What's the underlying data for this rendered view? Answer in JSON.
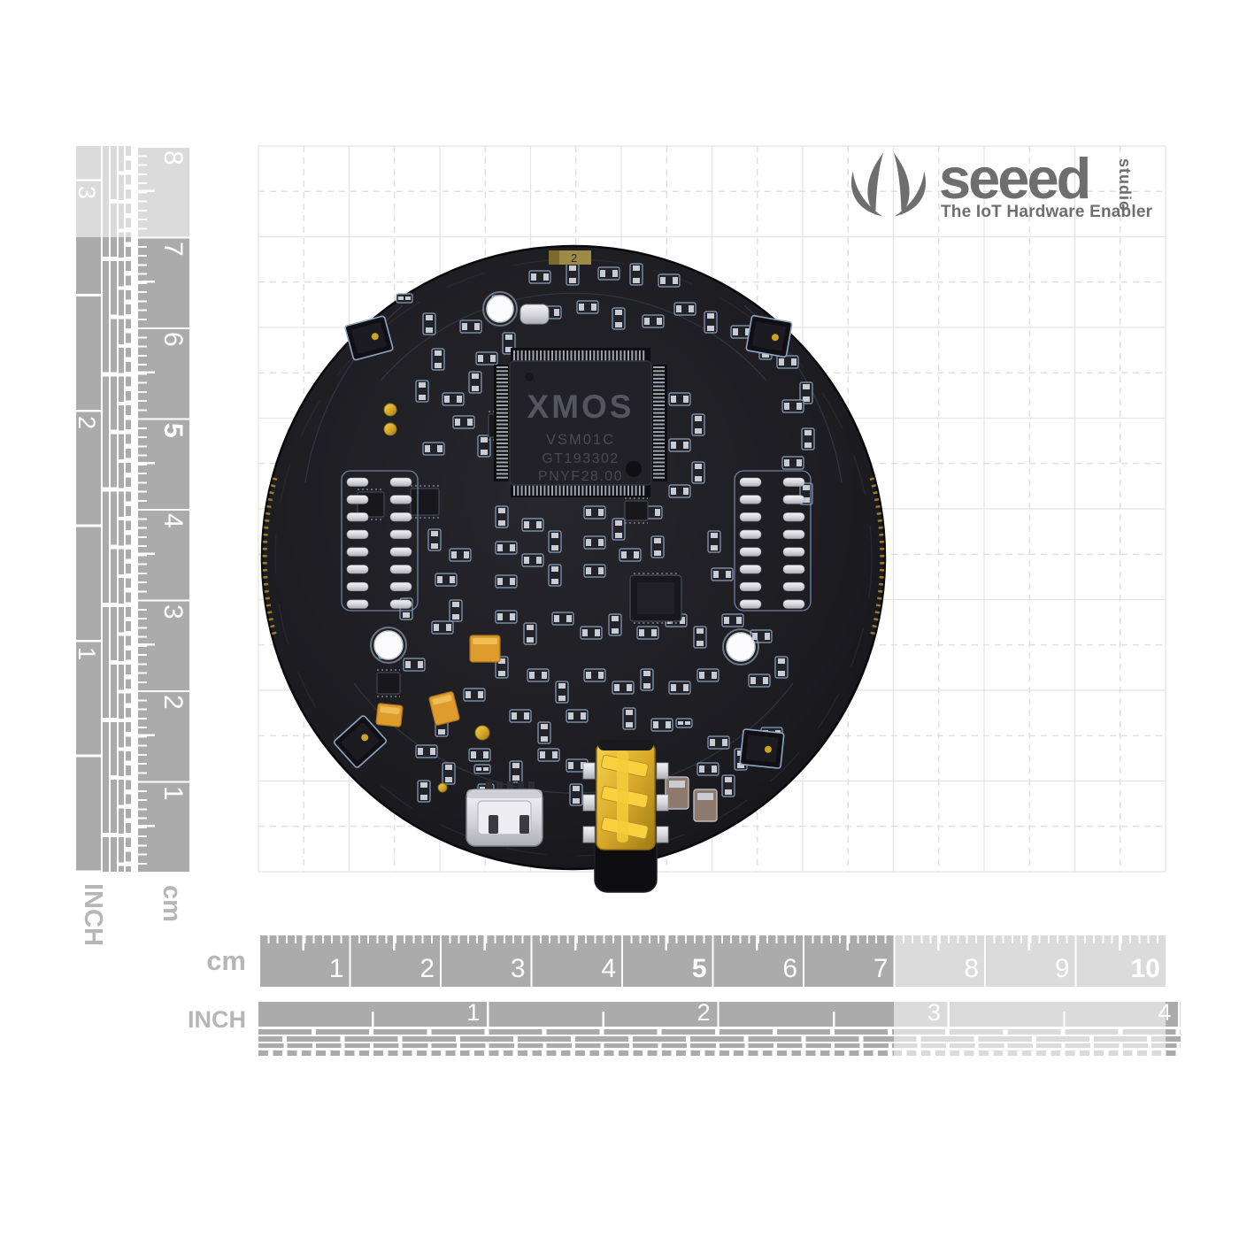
{
  "branding": {
    "logo_word": "seeed",
    "logo_word_sub": "studio",
    "tagline": "The IoT Hardware Enabler"
  },
  "board": {
    "chip": {
      "brand": "XMOS",
      "model": "VSM01C",
      "line2": "GT193302",
      "line3": "PNYF28.00"
    },
    "version_label": "2"
  },
  "rulers": {
    "bottom_cm": {
      "label": "cm",
      "numbers": [
        "1",
        "2",
        "3",
        "4",
        "5",
        "6",
        "7",
        "8",
        "9",
        "10"
      ],
      "bold": [
        "5",
        "10"
      ]
    },
    "bottom_inch": {
      "label": "INCH",
      "numbers": [
        "1",
        "2",
        "3",
        "4"
      ],
      "bold": []
    },
    "left_cm": {
      "label": "cm",
      "numbers": [
        "1",
        "2",
        "3",
        "4",
        "5",
        "6",
        "7",
        "8"
      ],
      "bold": [
        "5"
      ]
    },
    "left_inch": {
      "label": "INCH",
      "numbers": [
        "1",
        "2",
        "3"
      ],
      "bold": []
    }
  },
  "colors": {
    "ruler_dark": "#ababab",
    "ruler_light": "#dfdfdf",
    "label_gray": "#b6b6b6",
    "logo_gray": "#6e6e6e",
    "grid_line": "#e4e4e4",
    "board_black": "#1a1a1e",
    "gold": "#c9a227",
    "pad_outline": "#8fa6c4"
  }
}
